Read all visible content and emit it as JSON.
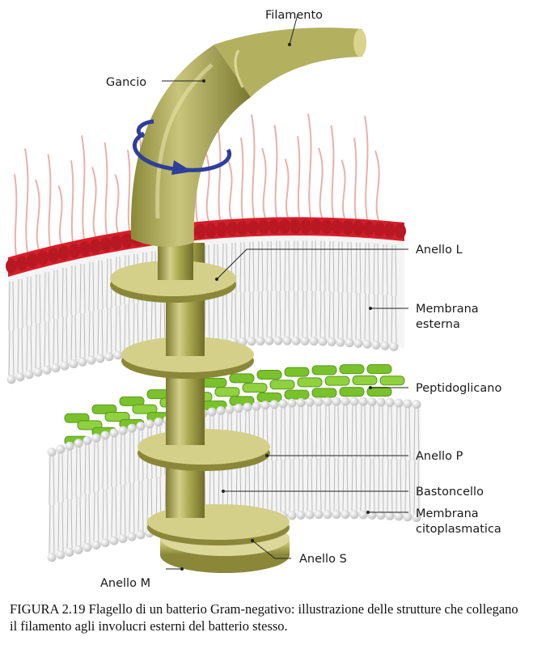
{
  "labels": {
    "filamento": "Filamento",
    "gancio": "Gancio",
    "anello_l": "Anello L",
    "membrana_esterna_1": "Membrana",
    "membrana_esterna_2": "esterna",
    "peptidoglicano": "Peptidoglicano",
    "anello_p": "Anello P",
    "bastoncello": "Bastoncello",
    "membrana_cito_1": "Membrana",
    "membrana_cito_2": "citoplasmatica",
    "anello_s": "Anello S",
    "anello_m": "Anello M"
  },
  "caption": "FIGURA 2.19 Flagello di un batterio Gram-negativo: illustrazione delle strutture che collegano il filamento agli involucri esterni del batterio stesso.",
  "colors": {
    "flagellum": "#a9a94e",
    "flagellum_light": "#d8d48c",
    "flagellum_dark": "#7c7a30",
    "lps_red": "#d41f2a",
    "lps_strands": "#e7a39b",
    "peptidoglycan": "#79c22b",
    "lipid_heads": "#cfcfcf",
    "rotation_arrow": "#2e3e9a"
  }
}
